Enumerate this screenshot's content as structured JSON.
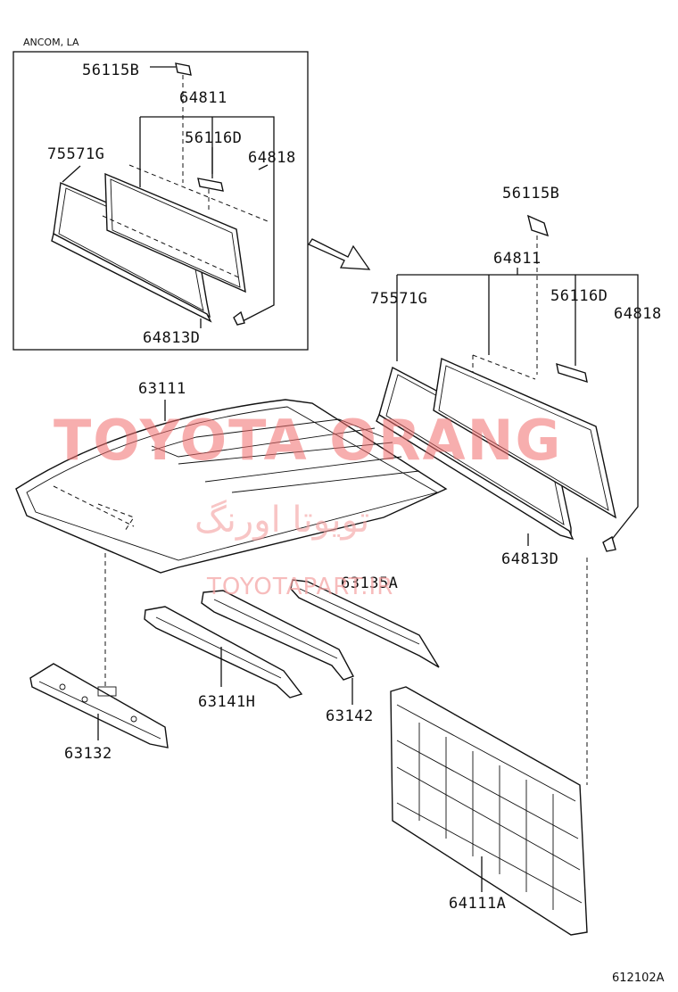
{
  "box_header": "ANCOM, LA",
  "labels": {
    "top_56115b": "56115B",
    "top_64811": "64811",
    "top_56116d": "56116D",
    "top_75571g": "75571G",
    "top_64818": "64818",
    "top_64813d": "64813D",
    "r_56115b": "56115B",
    "r_64811": "64811",
    "r_75571g": "75571G",
    "r_56116d": "56116D",
    "r_64818": "64818",
    "r_64813d": "64813D",
    "p_63111": "63111",
    "p_63135a": "63135A",
    "p_63141h": "63141H",
    "p_63142": "63142",
    "p_63132": "63132",
    "p_64111a": "64111A"
  },
  "watermark": {
    "brand": "TOYOTA ORANG",
    "persian": "تویوتا اورنگ",
    "url": "TOYOTAPART.IR"
  },
  "figure_code": "612102A"
}
